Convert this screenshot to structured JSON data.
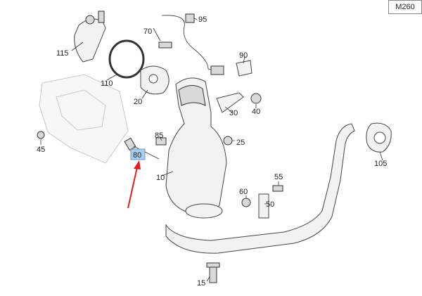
{
  "diagram_code": "M260",
  "callouts": {
    "c115": "115",
    "c110": "110",
    "c70": "70",
    "c95": "95",
    "c90": "90",
    "c20": "20",
    "c30": "30",
    "c40": "40",
    "c45": "45",
    "c85": "85",
    "c80": "80",
    "c25": "25",
    "c10": "10",
    "c55": "55",
    "c60": "60",
    "c50": "50",
    "c105": "105",
    "c15": "15"
  },
  "highlight_color": "#a9cff0",
  "arrow_color": "#e11d1d"
}
